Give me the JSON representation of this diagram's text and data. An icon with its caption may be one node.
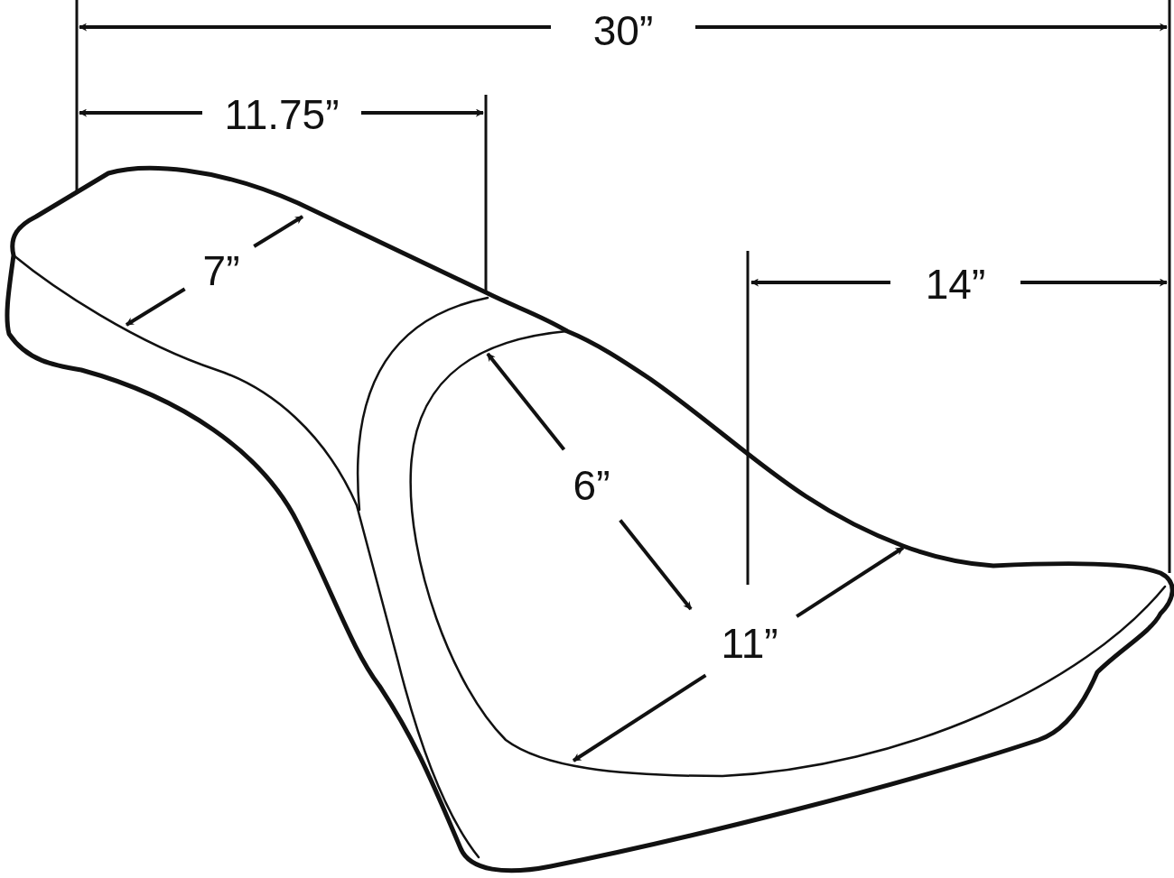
{
  "diagram": {
    "labels": [
      "30”",
      "11.75”",
      "7”",
      "14”",
      "6”",
      "11”"
    ]
  }
}
